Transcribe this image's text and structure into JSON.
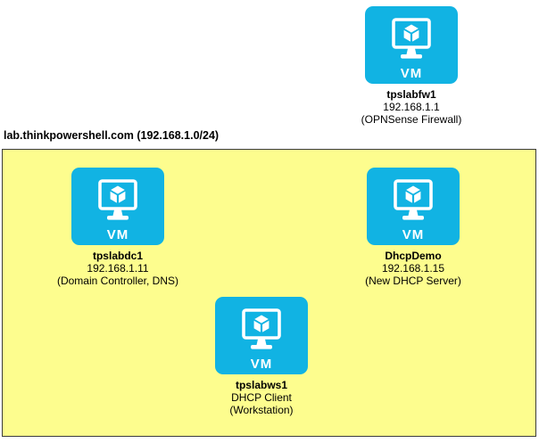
{
  "diagram": {
    "type": "network-lab-diagram",
    "vm_icon_label": "VM",
    "network": {
      "label": "lab.thinkpowershell.com (192.168.1.0/24)"
    },
    "colors": {
      "vm_icon_fill": "#11b3e3",
      "vm_icon_glyph": "#ffffff",
      "network_fill": "#fdfd8e",
      "network_border": "#3c3c3c",
      "canvas_background": "#ffffff",
      "text": "#000000"
    },
    "vms": [
      {
        "name": "tpslabfw1",
        "detail1": "192.168.1.1",
        "detail2": "(OPNSense Firewall)"
      },
      {
        "name": "tpslabdc1",
        "detail1": "192.168.1.11",
        "detail2": "(Domain Controller, DNS)"
      },
      {
        "name": "DhcpDemo",
        "detail1": "192.168.1.15",
        "detail2": "(New DHCP Server)"
      },
      {
        "name": "tpslabws1",
        "detail1": "DHCP Client",
        "detail2": "(Workstation)"
      }
    ]
  }
}
